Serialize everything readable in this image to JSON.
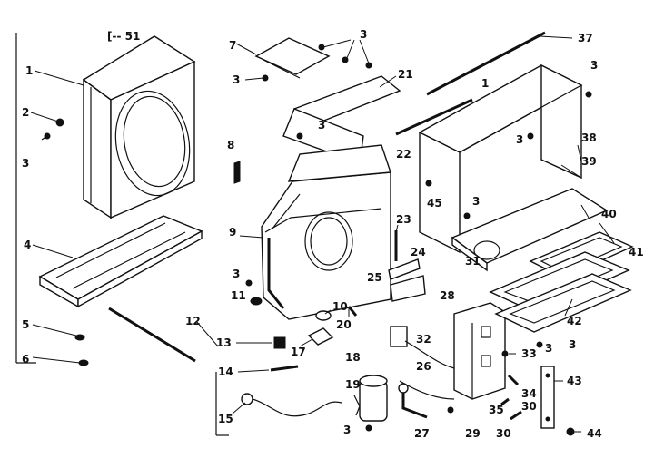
{
  "diagram": {
    "labels": {
      "l51": "[-- 51",
      "l1a": "1",
      "l2": "2",
      "l3a": "3",
      "l4": "4",
      "l5": "5",
      "l6": "6",
      "l7": "7",
      "l3b": "3",
      "l3c": "3",
      "l21": "21",
      "l3d": "3",
      "l8": "8",
      "l9": "9",
      "l3e": "3",
      "l11": "11",
      "l12": "12",
      "l13": "13",
      "l14": "14",
      "l15": "15",
      "l10": "10",
      "l20": "20",
      "l17": "17",
      "l18": "18",
      "l19": "19",
      "l3f": "3",
      "l23": "23",
      "l24": "24",
      "l25": "25",
      "l28": "28",
      "l32": "32",
      "l26": "26",
      "l27": "27",
      "l29": "29",
      "l22": "22",
      "l45": "45",
      "l1b": "1",
      "l37": "37",
      "l3g": "3",
      "l3h": "3",
      "l38": "38",
      "l39": "39",
      "l3i": "3",
      "l31": "31",
      "l40": "40",
      "l41": "41",
      "l42": "42",
      "l33": "33",
      "l3j": "3",
      "l34": "34",
      "l35": "35",
      "l30a": "30",
      "l30b": "30",
      "l43": "43",
      "l44": "44",
      "l3k": "3"
    }
  }
}
